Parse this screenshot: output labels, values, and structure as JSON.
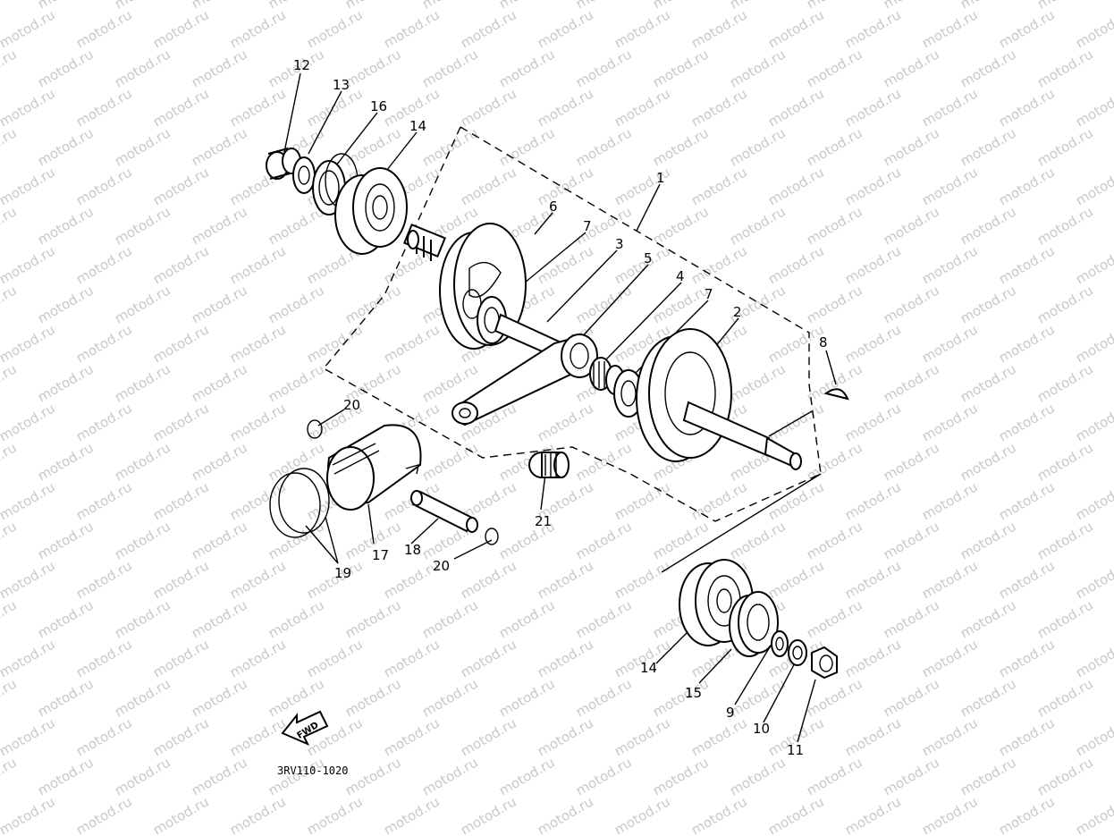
{
  "diagram": {
    "watermark_text": "motod.ru",
    "part_code": "3RV110-1020",
    "fwd_label": "FWD",
    "labels": {
      "p1": "1",
      "p2": "2",
      "p3": "3",
      "p4": "4",
      "p5": "5",
      "p6": "6",
      "p7a": "7",
      "p7b": "7",
      "p8": "8",
      "p9": "9",
      "p10": "10",
      "p11": "11",
      "p12": "12",
      "p13": "13",
      "p14a": "14",
      "p14b": "14",
      "p15": "15",
      "p16": "16",
      "p17": "17",
      "p18": "18",
      "p19": "19",
      "p20a": "20",
      "p20b": "20",
      "p21": "21"
    }
  }
}
